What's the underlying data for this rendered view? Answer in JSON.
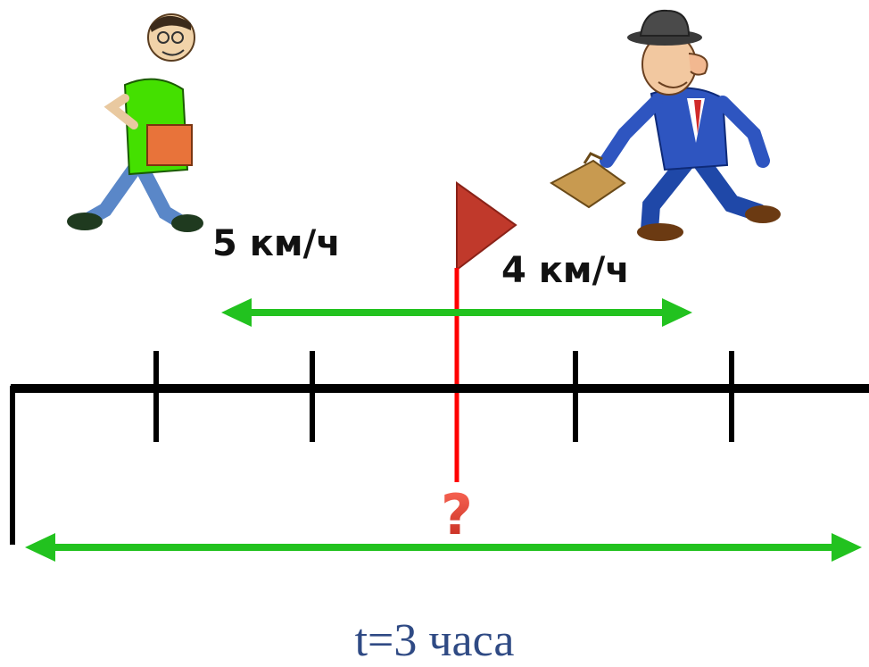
{
  "speeds": {
    "left": "5 км/ч",
    "right": "4 км/ч"
  },
  "time_label": "t=3 часа",
  "question_mark": "?",
  "colors": {
    "line": "#000000",
    "arrow": "#22c21f",
    "marker": "#ff0000",
    "flag": "#c0392b",
    "time_text": "#2f4a84"
  },
  "figures": {
    "left": "walking-student-figure",
    "right": "walking-businessman-figure"
  }
}
